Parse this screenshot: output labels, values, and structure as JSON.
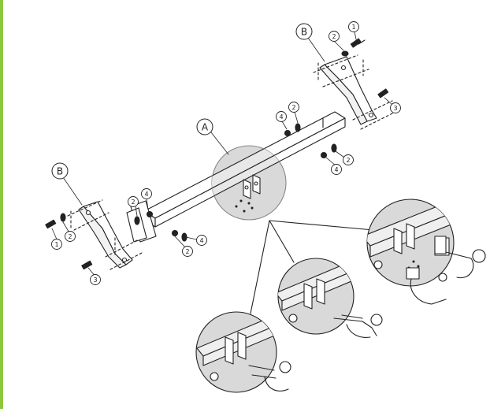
{
  "colors": {
    "accent_bar": "#8dc63f",
    "line": "#222222",
    "zoom_fill": "#d9d9d9",
    "background": "#ffffff"
  },
  "parts": {
    "crossbar": "A",
    "bracket_left": "B",
    "bracket_right": "B"
  },
  "callouts": {
    "right_bracket_bolt": "1",
    "right_bracket_washer": "2",
    "right_bracket_lower_bolt": "3",
    "center_top_nut": "4",
    "center_top_washer": "2",
    "center_lower_nut": "4",
    "center_lower_washer": "2",
    "left_end_washer_top": "2",
    "left_end_nut_top": "4",
    "left_end_washer_bottom": "2",
    "left_end_nut_bottom": "4",
    "left_bracket_bolt": "1",
    "left_bracket_washer": "2",
    "left_bracket_lower_bolt": "3"
  },
  "icons": {
    "bolt": "bolt-icon",
    "washer": "washer-icon",
    "nut": "nut-icon",
    "tow_ball": "tow-ball-icon"
  }
}
